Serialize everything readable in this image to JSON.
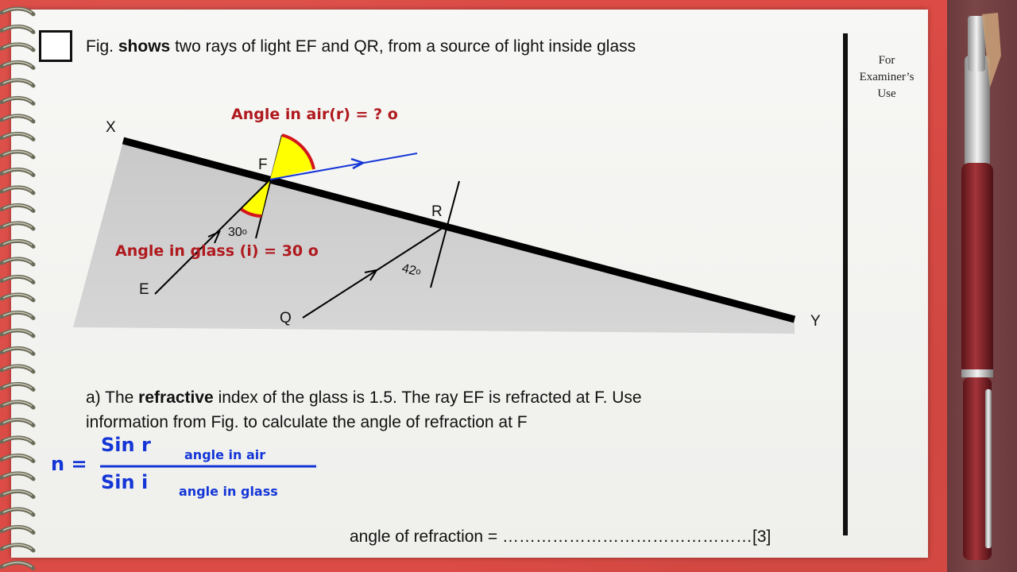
{
  "intro": {
    "prefix": "Fig.",
    "bold": "shows",
    "rest": "two rays of light EF and QR, from a source of light inside glass"
  },
  "examiner": {
    "line1": "For",
    "line2": "Examiner’s",
    "line3": "Use"
  },
  "figure": {
    "label_x": "X",
    "label_y": "Y",
    "label_f": "F",
    "label_r": "R",
    "label_e": "E",
    "label_q": "Q",
    "angle_30": "30",
    "angle_42": "42",
    "deg": "o",
    "air_annotation": "Angle in air(r) = ? o",
    "glass_annotation": "Angle in glass (i) = 30 o"
  },
  "question_a": {
    "prefix": "a)  The",
    "bold": "refractive",
    "rest1": "index of the glass is 1.5. The ray EF is refracted at F. Use",
    "line2": "information from Fig. to calculate the angle of refraction at F"
  },
  "formula": {
    "n": "n =",
    "numerator": "Sin r",
    "denominator": "Sin i",
    "num_note": "angle in air",
    "den_note": "angle in glass"
  },
  "answer": {
    "label": "angle of refraction = ………………………………………[3]"
  },
  "colors": {
    "background": "#dc4b45",
    "ink_red": "#b0191e",
    "ink_blue": "#1436d6",
    "angle_fill": "#ffff00",
    "glass": "#cfcfcf"
  }
}
